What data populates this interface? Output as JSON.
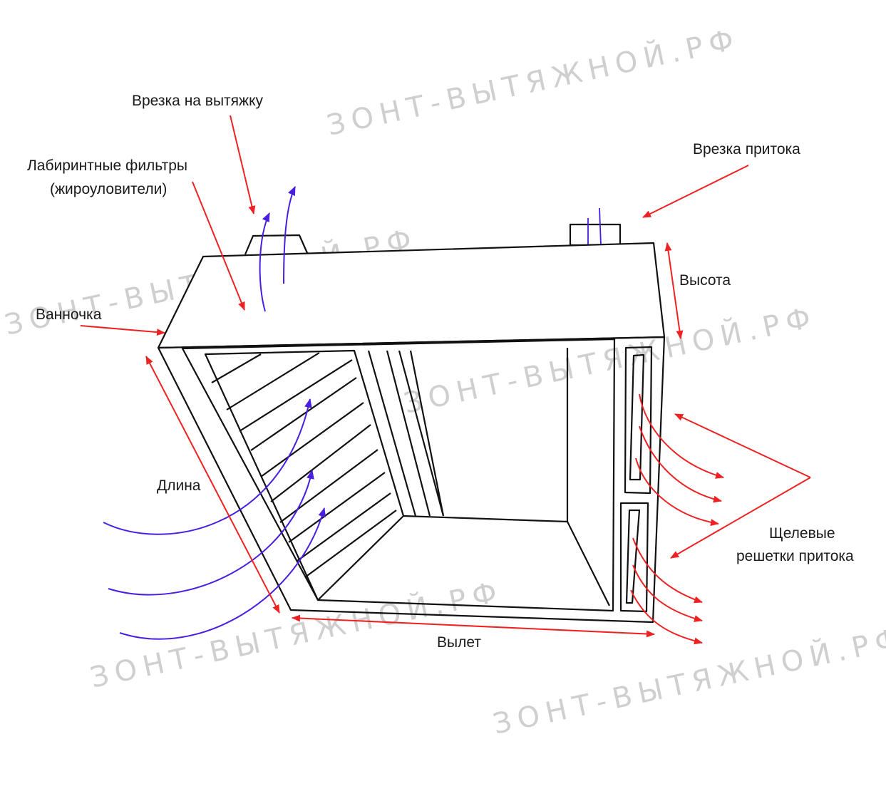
{
  "watermark": "ЗОНТ-ВЫТЯЖНОЙ.РФ",
  "labels": {
    "exhaust_connection": "Врезка на вытяжку",
    "labyrinth_filters_line1": "Лабиринтные фильтры",
    "labyrinth_filters_line2": "(жироуловители)",
    "supply_connection": "Врезка притока",
    "tray": "Ванночка",
    "height": "Высота",
    "length": "Длина",
    "overhang": "Вылет",
    "slot_grilles_line1": "Щелевые",
    "slot_grilles_line2": "решетки притока"
  },
  "colors": {
    "pointer_arrows": "#ee2222",
    "airflow": "#4a1ee0",
    "outline": "#111111",
    "watermark": "#cfcfcf"
  }
}
